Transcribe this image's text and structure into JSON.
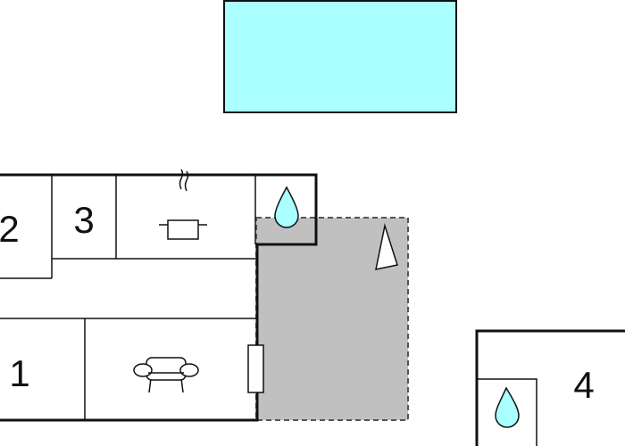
{
  "floorplan": {
    "rooms": [
      {
        "id": "bedroom-2",
        "label": "2"
      },
      {
        "id": "bedroom-3",
        "label": "3"
      },
      {
        "id": "bedroom-1",
        "label": "1"
      },
      {
        "id": "bedroom-4",
        "label": "4"
      }
    ],
    "icons": [
      "pot-icon",
      "water-drop-icon",
      "sofa-icon",
      "sail-icon"
    ],
    "colors": {
      "pool": "#aaffff",
      "terrace": "#c0c0c0",
      "walls": "#111111",
      "water_drop": "#aaffff"
    }
  }
}
